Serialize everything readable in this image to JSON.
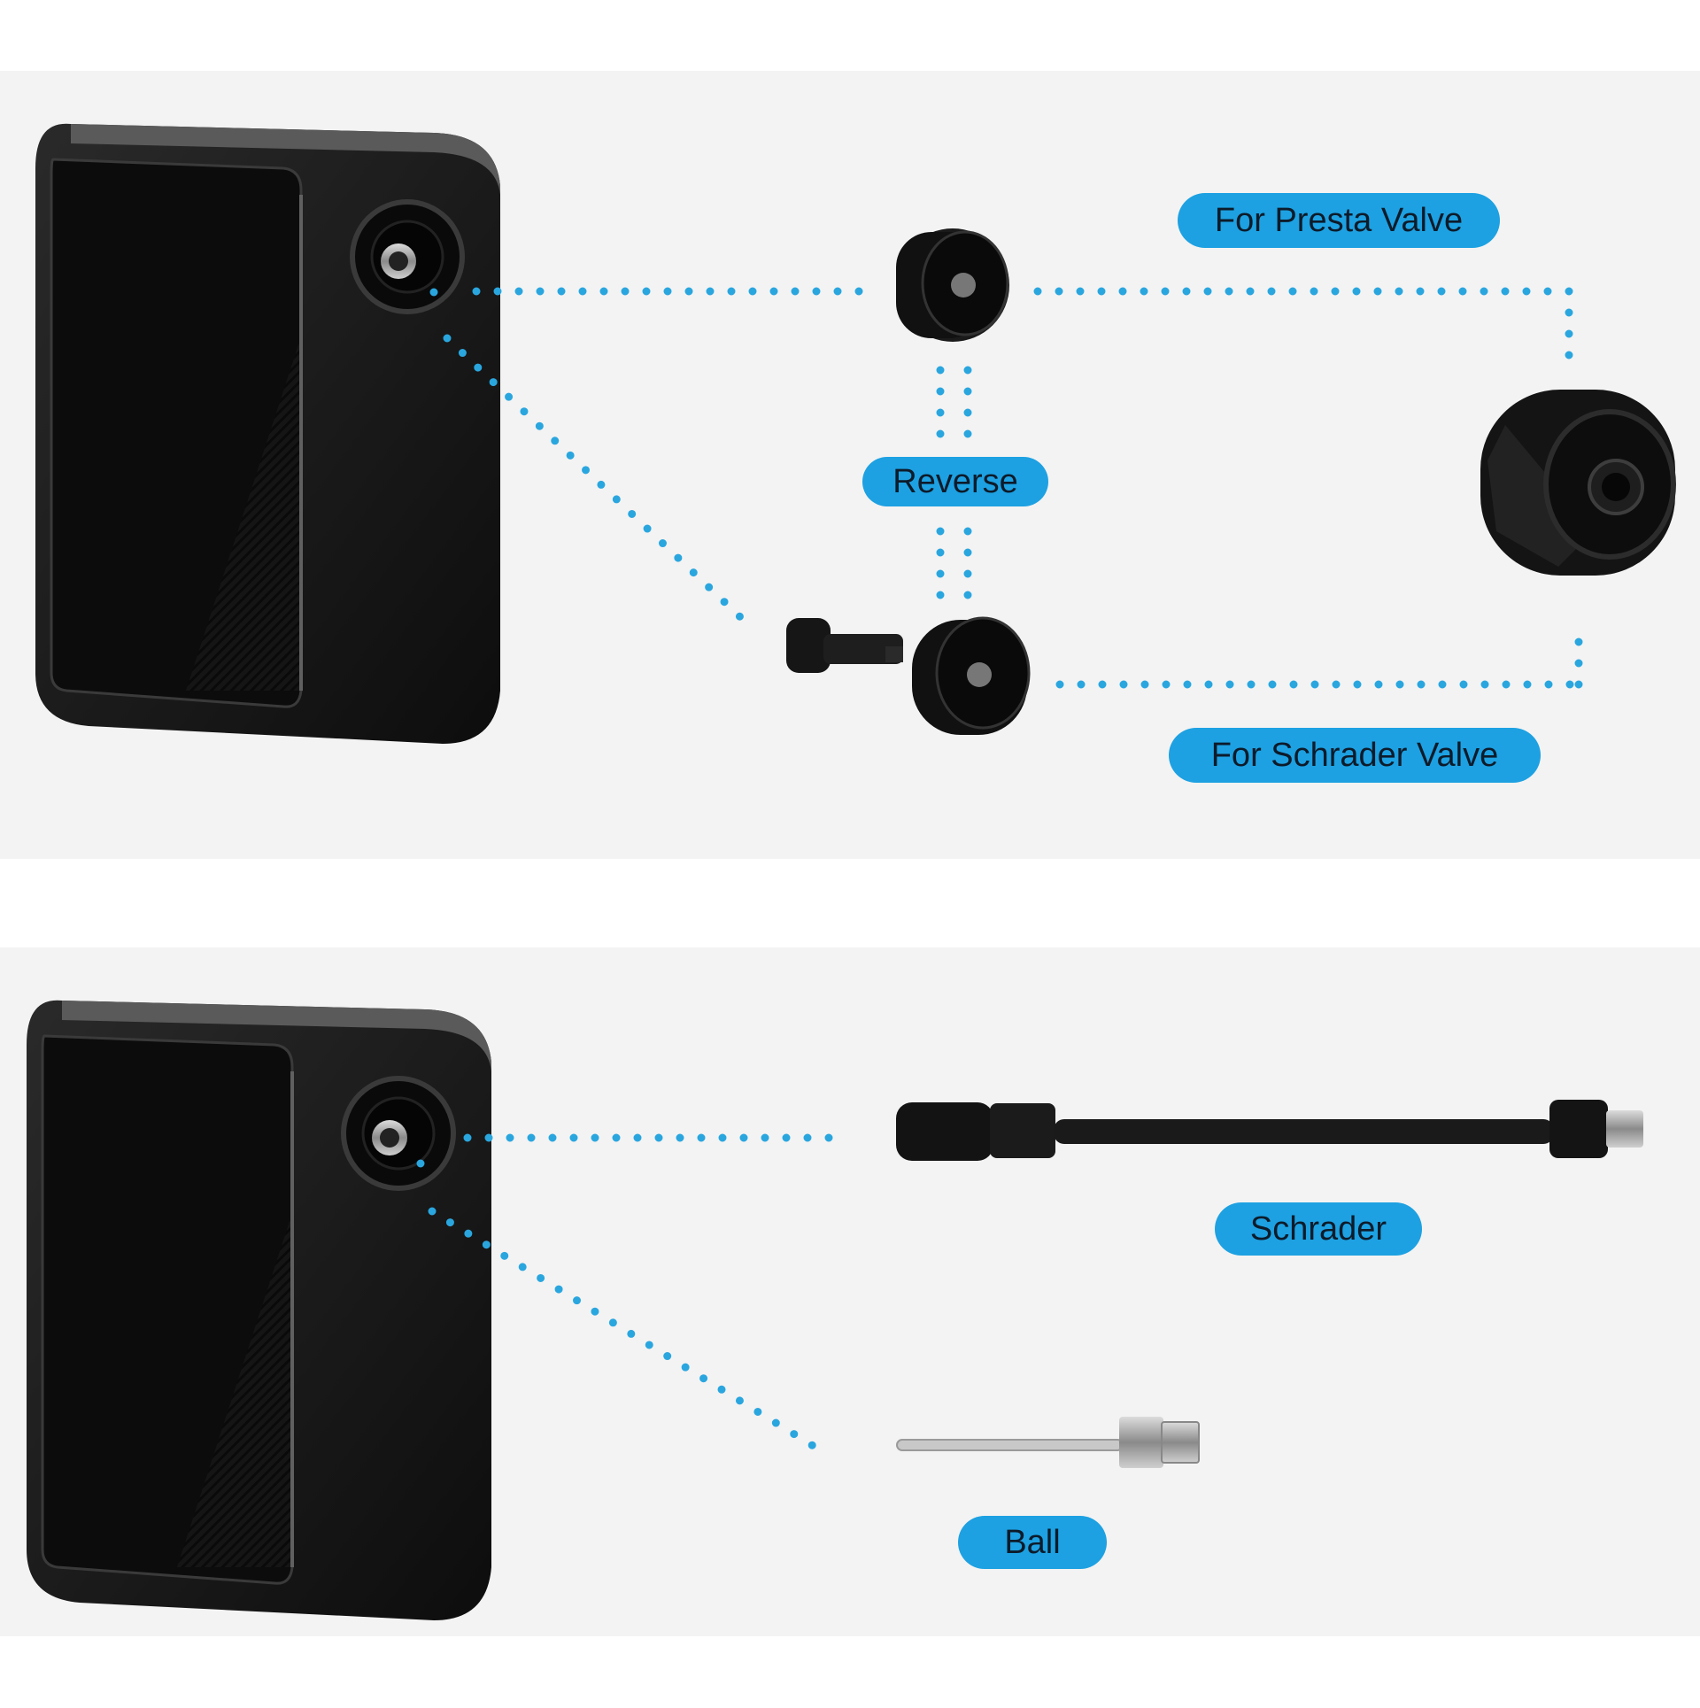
{
  "labels": {
    "presta": "For Presta Valve",
    "reverse": "Reverse",
    "schrader_valve": "For Schrader Valve",
    "schrader": "Schrader",
    "ball": "Ball"
  },
  "colors": {
    "accent": "#1da1e2",
    "dots": "#2aa6df",
    "label_text": "#0d1b2a",
    "panel_bg": "#f3f3f3",
    "device": "#141414"
  },
  "icons": [
    "air-pump-device",
    "presta-adapter",
    "schrader-adapter",
    "valve-core-tool",
    "valve-clamp",
    "schrader-hose",
    "ball-needle"
  ]
}
